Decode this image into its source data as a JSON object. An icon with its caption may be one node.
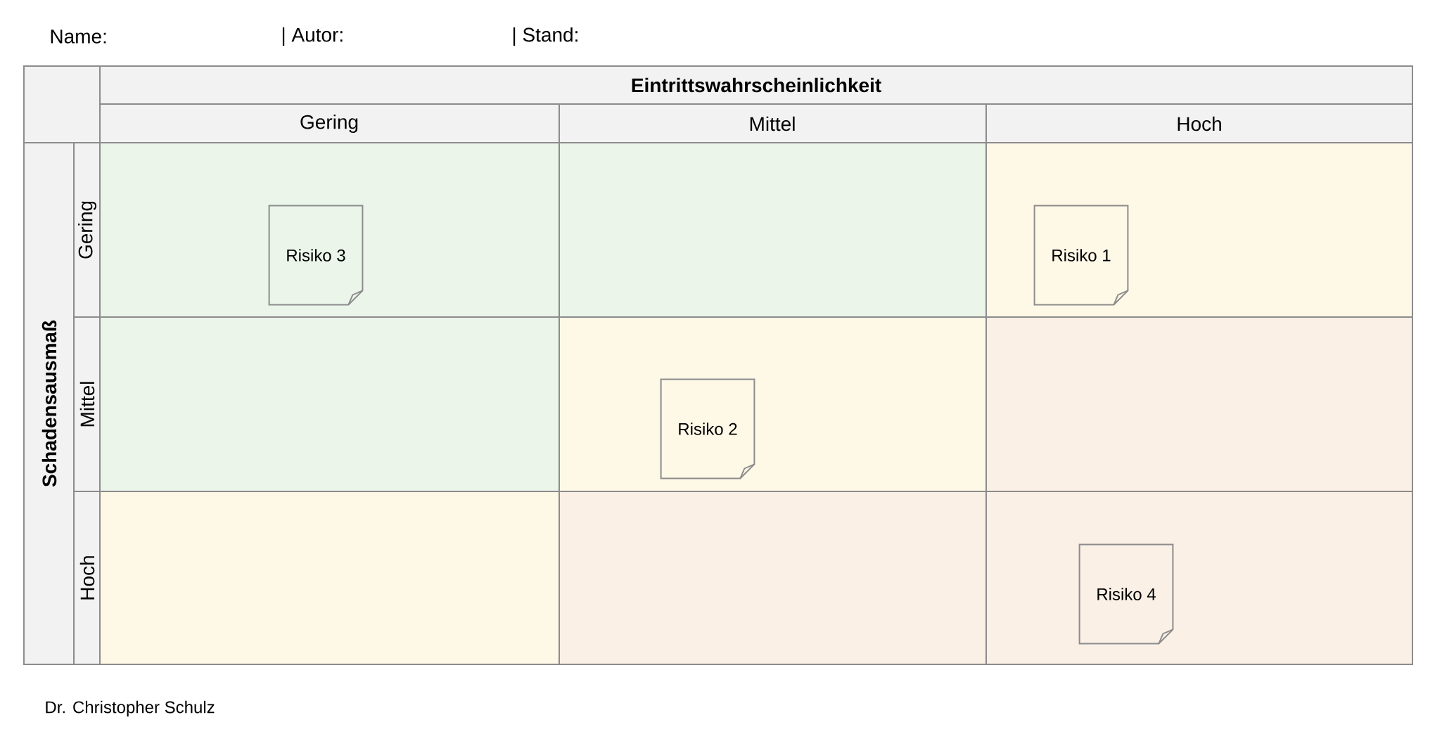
{
  "diagram": {
    "nodes": [
      {
        "text": [
          "Risiko 3"
        ]
      },
      {
        "text": [
          "Risiko 1"
        ]
      },
      {
        "text": [
          "Risiko 2"
        ]
      },
      {
        "text": [
          "Risiko 4"
        ]
      }
    ],
    "labels": [
      "Name:",
      "| Autor:",
      "| Stand:",
      "Eintrittswahrscheinlichkeit",
      "Gering",
      "Mittel",
      "Hoch",
      "Schadensausmaß",
      "Gering",
      "Mittel",
      "Hoch",
      "Dr. Christopher Schulz"
    ]
  }
}
